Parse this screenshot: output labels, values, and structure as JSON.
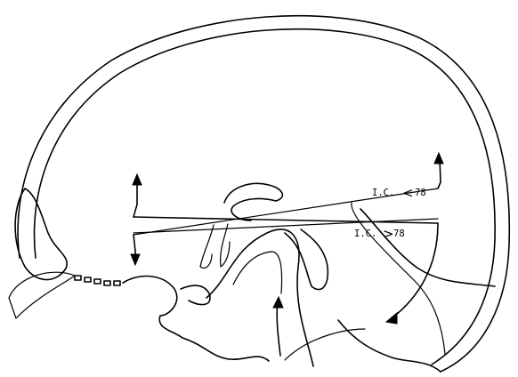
{
  "labels": {
    "upper": {
      "prefix": "I.C.",
      "symbol": "<",
      "value": "78"
    },
    "lower": {
      "prefix": "I.C.",
      "symbol": ">",
      "value": "78"
    }
  },
  "colors": {
    "ink": "#000000",
    "paper": "#ffffff"
  }
}
